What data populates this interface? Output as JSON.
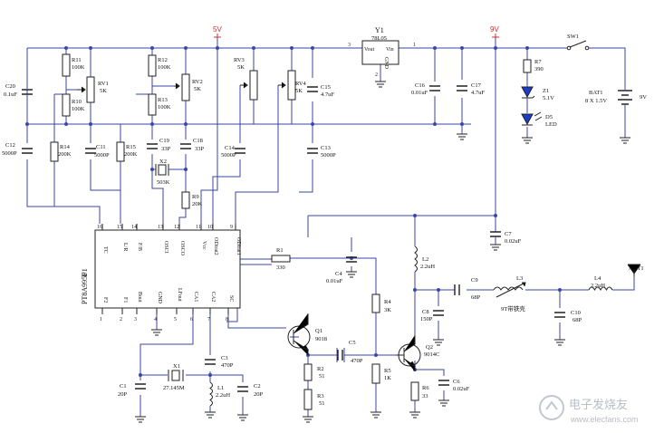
{
  "rails": {
    "v5": "5V",
    "v9": "9V"
  },
  "ic": {
    "name": "U1",
    "part": "PT8A995P",
    "pins_top": [
      {
        "num": "16",
        "label": "TC"
      },
      {
        "num": "15",
        "label": "L/R"
      },
      {
        "num": "14",
        "label": "F/B"
      },
      {
        "num": "13",
        "label": "OSCI"
      },
      {
        "num": "12",
        "label": "OSCO"
      },
      {
        "num": "11",
        "label": "Vcc"
      },
      {
        "num": "10",
        "label": "ODirat2"
      },
      {
        "num": "9",
        "label": "ODirat1"
      }
    ],
    "pins_bottom": [
      {
        "num": "1",
        "label": "F2"
      },
      {
        "num": "2",
        "label": "F1"
      },
      {
        "num": "3",
        "label": "Bout"
      },
      {
        "num": "4",
        "label": "GND"
      },
      {
        "num": "5",
        "label": "LFout"
      },
      {
        "num": "6",
        "label": "CA1"
      },
      {
        "num": "7",
        "label": "CA2"
      },
      {
        "num": "8",
        "label": "SC"
      }
    ]
  },
  "regulator": {
    "ref": "Y1",
    "part": "78L05",
    "vout": "Vout",
    "gnd": "GND",
    "vin": "Vin",
    "pin_out": "3",
    "pin_gnd": "2",
    "pin_in": "1"
  },
  "parts": {
    "C20": {
      "ref": "C20",
      "val": "0.1uF"
    },
    "C12": {
      "ref": "C12",
      "val": "5000P"
    },
    "R11": {
      "ref": "R11",
      "val": "100K"
    },
    "R10": {
      "ref": "R10",
      "val": "100K"
    },
    "R14": {
      "ref": "R14",
      "val": "200K"
    },
    "RV1": {
      "ref": "RV1",
      "val": "5K"
    },
    "C11": {
      "ref": "C11",
      "val": "5000P"
    },
    "R12": {
      "ref": "R12",
      "val": "100K"
    },
    "R13": {
      "ref": "R13",
      "val": "100K"
    },
    "R15": {
      "ref": "R15",
      "val": "200K"
    },
    "RV2": {
      "ref": "RV2",
      "val": "5K"
    },
    "C19": {
      "ref": "C19",
      "val": "33P"
    },
    "C18": {
      "ref": "C18",
      "val": "33P"
    },
    "X2": {
      "ref": "X2",
      "val": "503K"
    },
    "R9": {
      "ref": "R9",
      "val": "20K"
    },
    "RV3": {
      "ref": "RV3",
      "val": "5K"
    },
    "RV4": {
      "ref": "RV4",
      "val": "5K"
    },
    "C14": {
      "ref": "C14",
      "val": "5000P"
    },
    "C15": {
      "ref": "C15",
      "val": "4.7uF"
    },
    "C13": {
      "ref": "C13",
      "val": "5000P"
    },
    "C16": {
      "ref": "C16",
      "val": "0.01uF"
    },
    "C17": {
      "ref": "C17",
      "val": "4.7uF"
    },
    "R7": {
      "ref": "R7",
      "val": "390"
    },
    "Z1": {
      "ref": "Z1",
      "val": "5.1V"
    },
    "D5": {
      "ref": "D5",
      "val": "LED"
    },
    "SW1": {
      "ref": "SW1"
    },
    "BAT1": {
      "ref": "BAT1",
      "val": "8 X 1.5V",
      "volts": "9V"
    },
    "C7": {
      "ref": "C7",
      "val": "0.02uF"
    },
    "R1": {
      "ref": "R1",
      "val": "330"
    },
    "C4": {
      "ref": "C4",
      "val": "0.01uF"
    },
    "R4": {
      "ref": "R4",
      "val": "3K"
    },
    "L2": {
      "ref": "L2",
      "val": "2.2uH"
    },
    "C9": {
      "ref": "C9",
      "val": "68P"
    },
    "L3": {
      "ref": "L3",
      "val": "9T带铁壳"
    },
    "L4": {
      "ref": "L4",
      "val": "2.2uH"
    },
    "ANT1": {
      "ref": "ANT1"
    },
    "C8": {
      "ref": "C8",
      "val": "150P"
    },
    "C10": {
      "ref": "C10",
      "val": "68P"
    },
    "Q1": {
      "ref": "Q1",
      "val": "9018"
    },
    "Q2": {
      "ref": "Q2",
      "val": "9014C"
    },
    "C5": {
      "ref": "C5",
      "val": "470P"
    },
    "R2": {
      "ref": "R2",
      "val": "51"
    },
    "R3": {
      "ref": "R3",
      "val": "51"
    },
    "R5": {
      "ref": "R5",
      "val": "1K"
    },
    "R6": {
      "ref": "R6",
      "val": "33"
    },
    "C6": {
      "ref": "C6",
      "val": "0.02uF"
    },
    "C3": {
      "ref": "C3",
      "val": "470P"
    },
    "X1": {
      "ref": "X1",
      "val": "27.145M"
    },
    "L1": {
      "ref": "L1",
      "val": "2.2uH"
    },
    "C1": {
      "ref": "C1",
      "val": "20P"
    },
    "C2": {
      "ref": "C2",
      "val": "20P"
    }
  },
  "watermark": {
    "main": "电子发烧友",
    "url": "www.elecfans.com"
  }
}
